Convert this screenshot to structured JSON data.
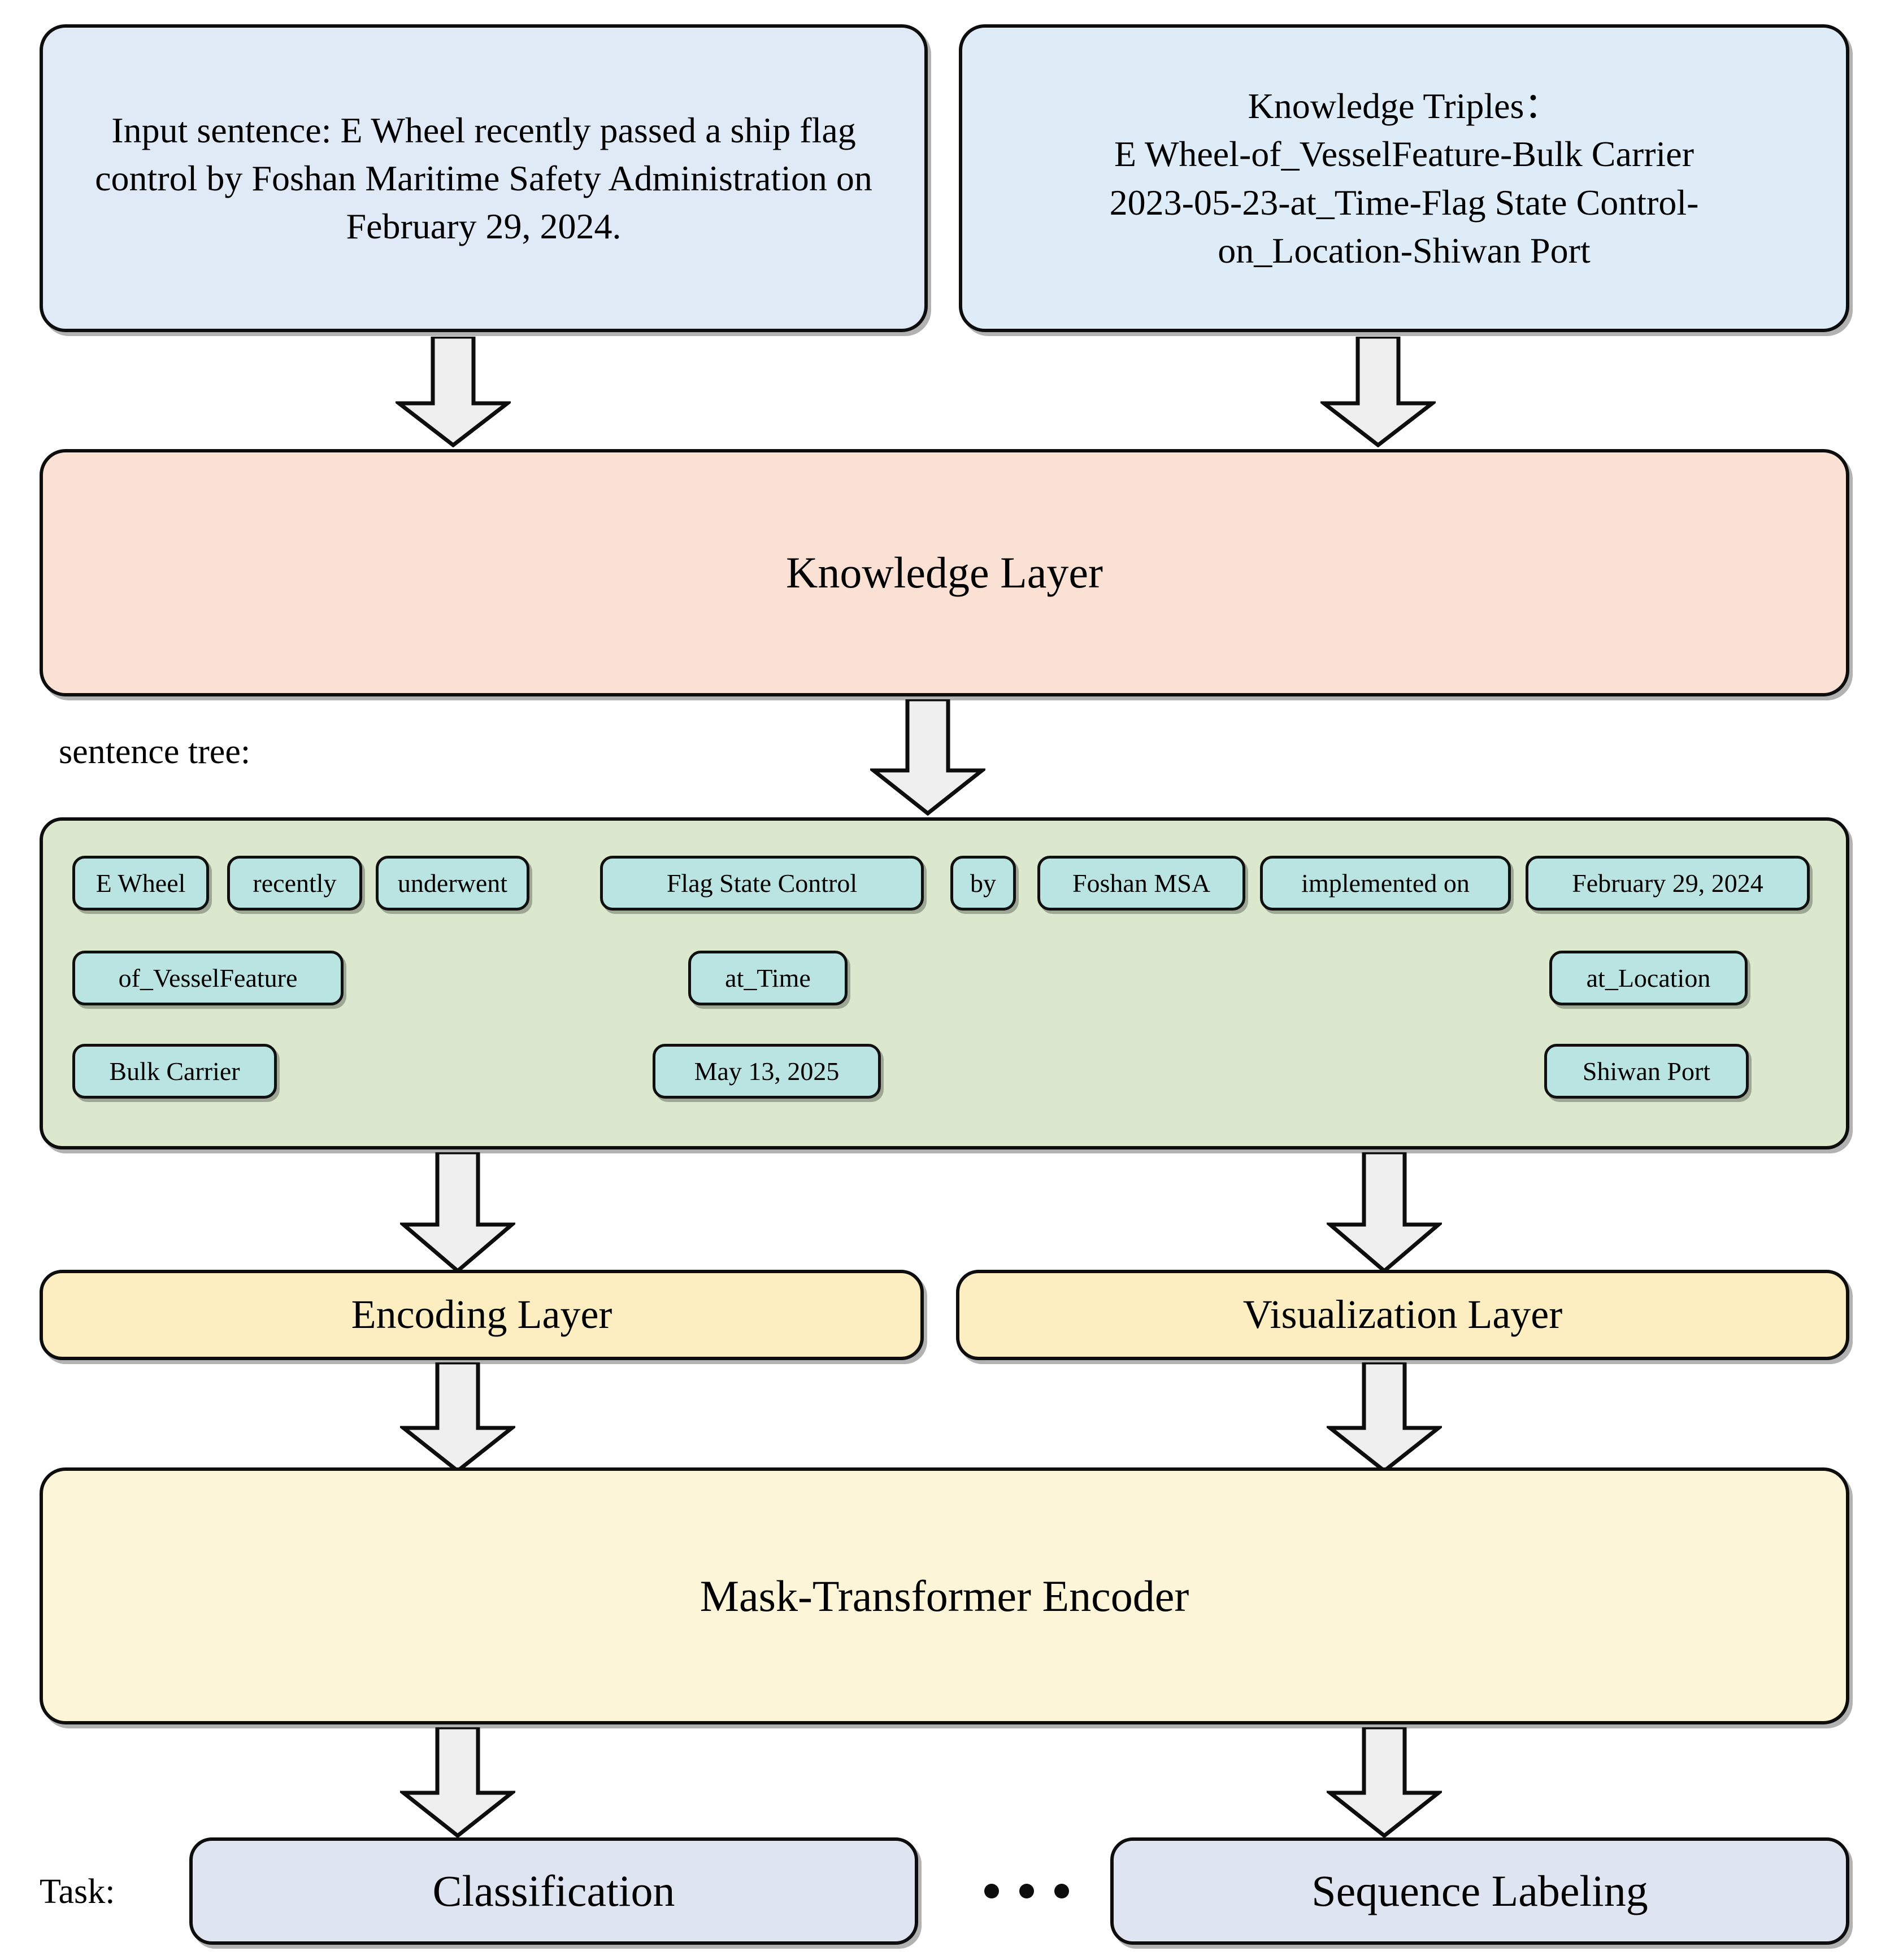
{
  "nodes": {
    "input_sentence": "Input sentence: E Wheel recently passed a ship flag control by Foshan Maritime Safety Administration on February 29, 2024.",
    "knowledge_triples": "Knowledge Triples：\nE Wheel-of_VesselFeature-Bulk Carrier\n2023-05-23-at_Time-Flag State Control-\non_Location-Shiwan Port",
    "knowledge_layer": "Knowledge Layer",
    "encoding_layer": "Encoding Layer",
    "visualization_layer": "Visualization Layer",
    "mask_transformer_encoder": "Mask-Transformer Encoder",
    "classification": "Classification",
    "sequence_labeling": "Sequence Labeling"
  },
  "labels": {
    "sentence_tree": "sentence tree:",
    "task": "Task:",
    "ellipsis": "..."
  },
  "sentence_tree": {
    "row1": [
      "E Wheel",
      "recently",
      "underwent",
      "Flag State Control",
      "by",
      "Foshan MSA",
      "implemented on",
      "February 29, 2024"
    ],
    "row2": [
      "of_VesselFeature",
      "at_Time",
      "at_Location"
    ],
    "row3": [
      "Bulk Carrier",
      "May 13, 2025",
      "Shiwan Port"
    ]
  },
  "colors": {
    "input_box": "#ddecf7",
    "triples_box": "#ddecf7",
    "knowledge_layer": "#fbe0d4",
    "sentence_tree_panel": "#dbe8cd",
    "token_chip": "#b9e4e2",
    "encoding_layer": "#fdeec2",
    "visualization_layer": "#fdeec2",
    "mask_transformer": "#fdf5d8",
    "task_box": "#dfe5f0",
    "outline": "#0d0d0d",
    "arrow_fill": "#efefef"
  },
  "arrows": [
    {
      "from": "input_sentence",
      "to": "knowledge_layer"
    },
    {
      "from": "knowledge_triples",
      "to": "knowledge_layer"
    },
    {
      "from": "knowledge_layer",
      "to": "sentence_tree_panel"
    },
    {
      "from": "sentence_tree_panel",
      "to": "encoding_layer"
    },
    {
      "from": "sentence_tree_panel",
      "to": "visualization_layer"
    },
    {
      "from": "encoding_layer",
      "to": "mask_transformer_encoder"
    },
    {
      "from": "visualization_layer",
      "to": "mask_transformer_encoder"
    },
    {
      "from": "mask_transformer_encoder",
      "to": "classification"
    },
    {
      "from": "mask_transformer_encoder",
      "to": "sequence_labeling"
    }
  ]
}
